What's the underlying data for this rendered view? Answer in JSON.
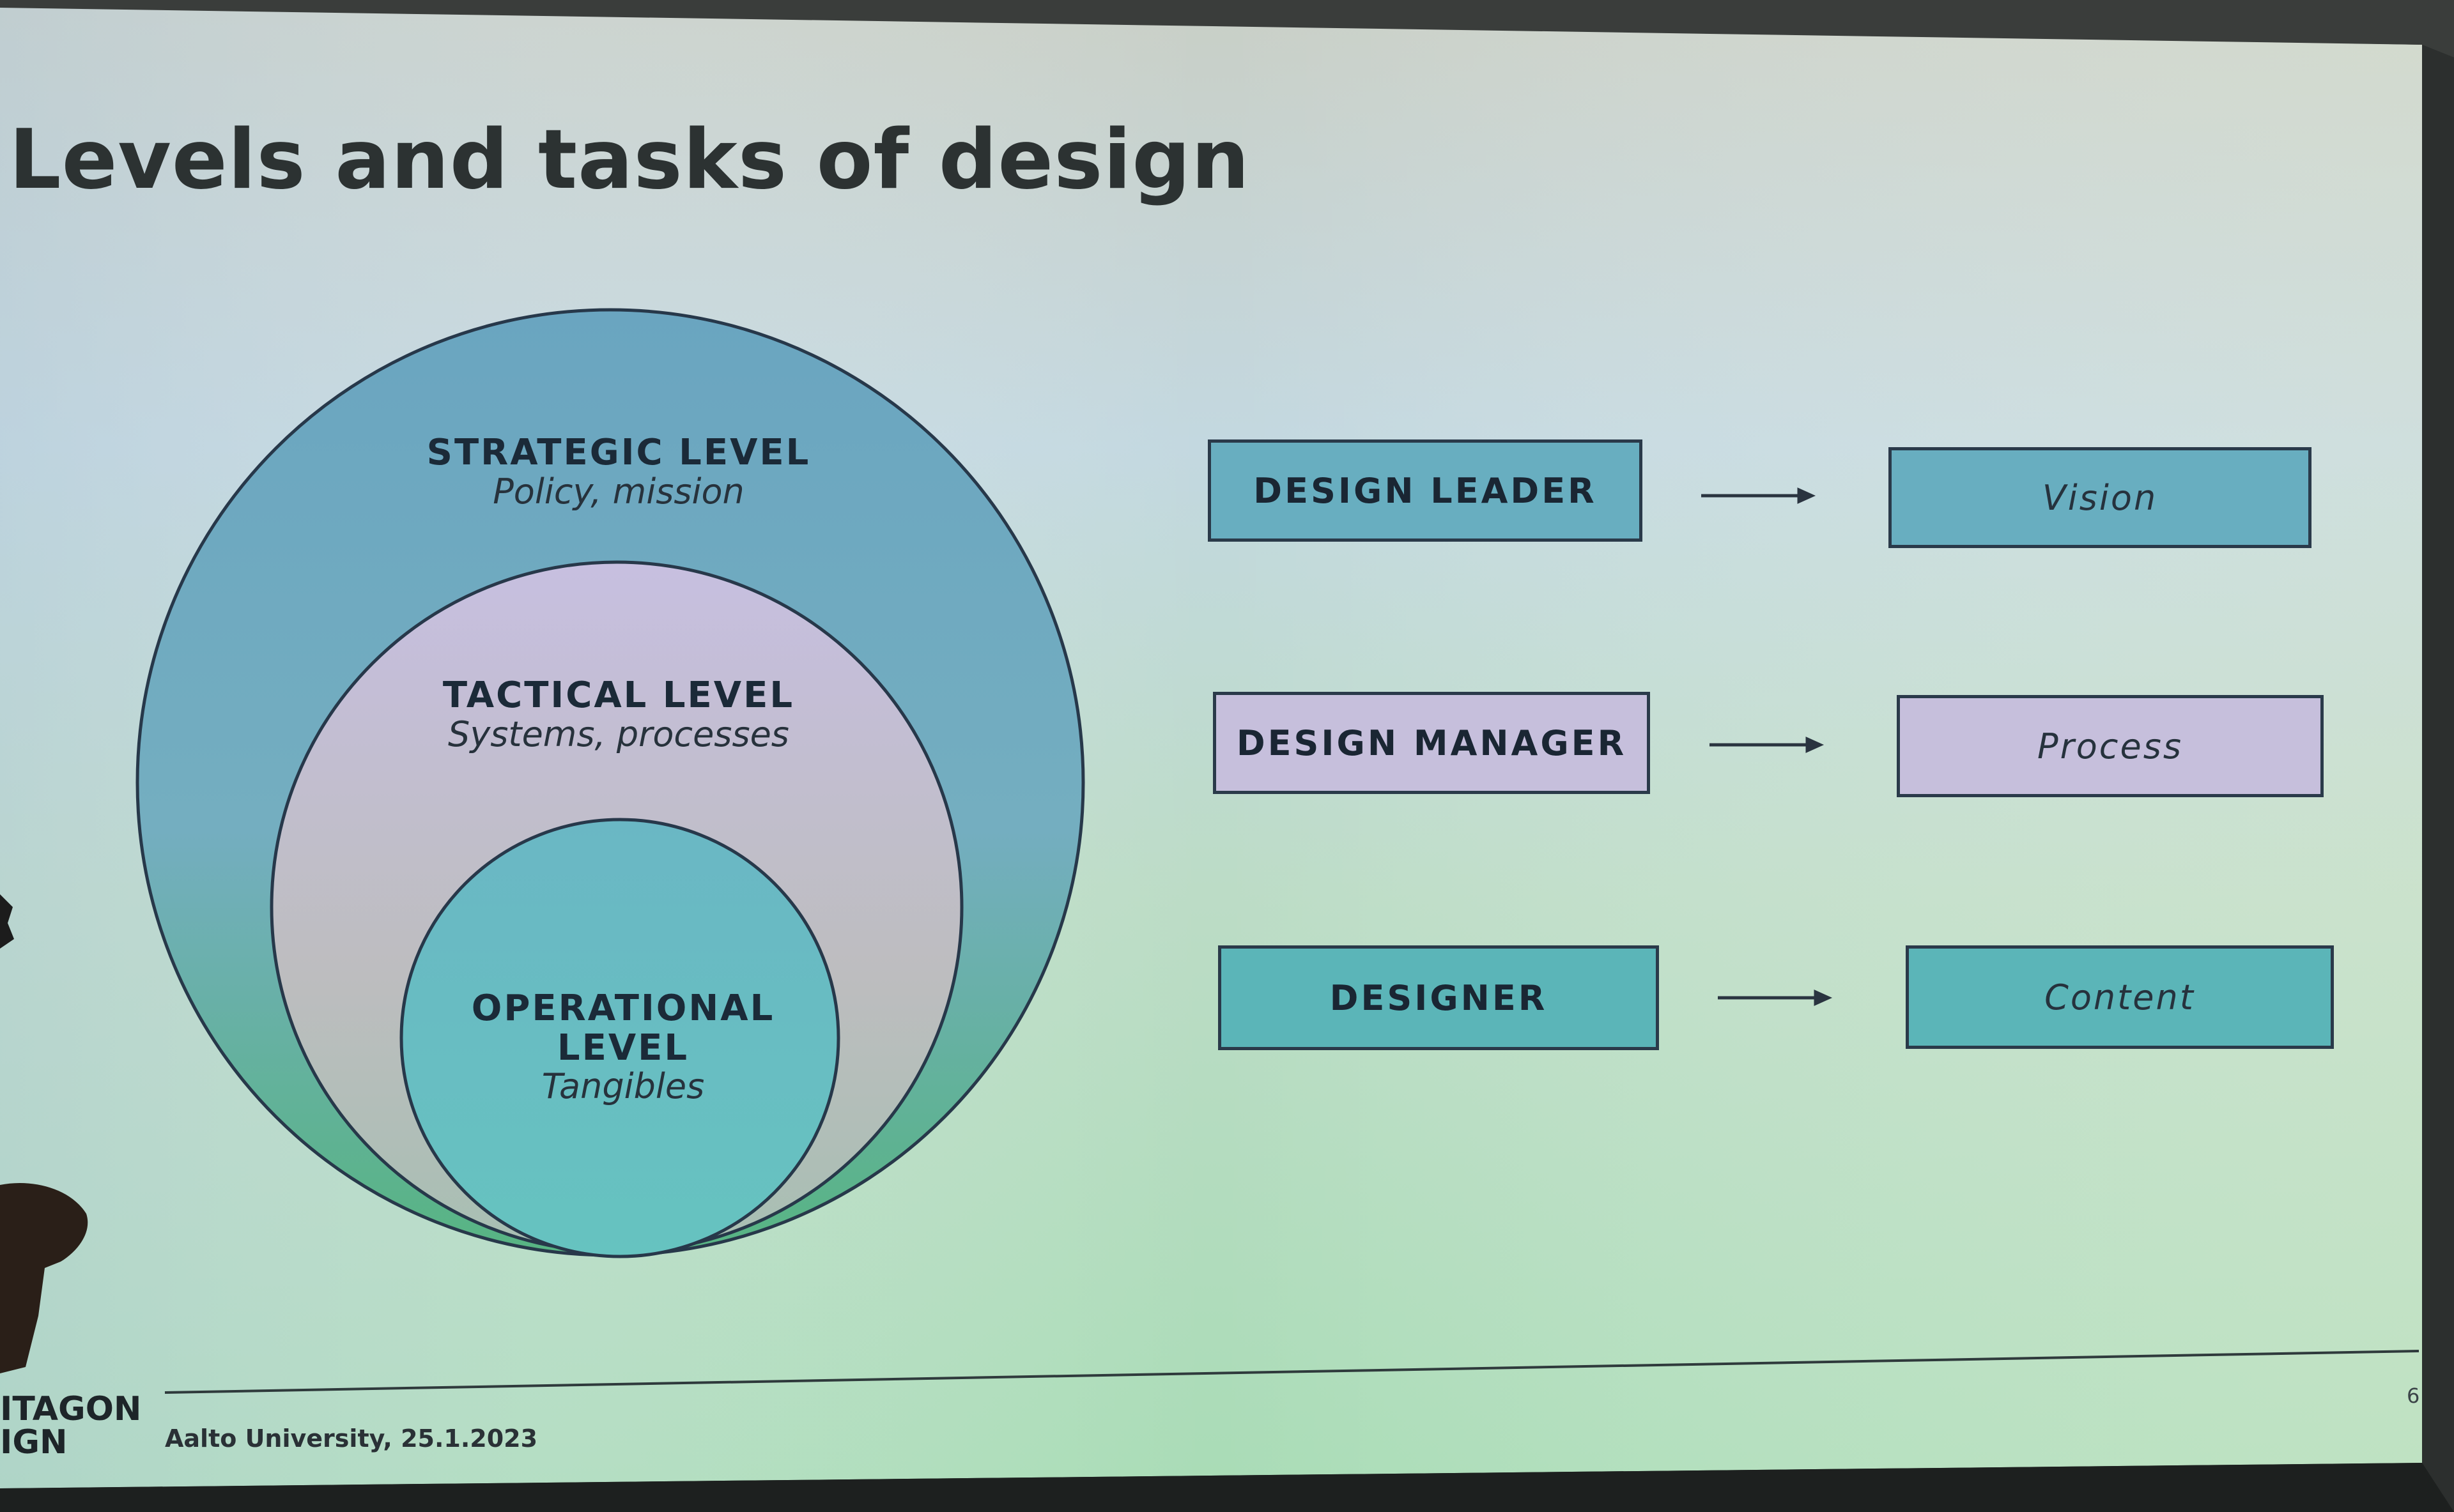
{
  "slide": {
    "title": "Levels and tasks of design",
    "footer_date": "Aalto University, 25.1.2023",
    "footer_brand_line1": "ITAGON",
    "footer_brand_line2": "IGN",
    "page_number": "6"
  },
  "levels": [
    {
      "name": "STRATEGIC LEVEL",
      "sub": "Policy, mission"
    },
    {
      "name": "TACTICAL LEVEL",
      "sub": "Systems, processes"
    },
    {
      "name_line1": "OPERATIONAL",
      "name_line2": "LEVEL",
      "sub": "Tangibles"
    }
  ],
  "rows": [
    {
      "role": "DESIGN LEADER",
      "task": "Vision"
    },
    {
      "role": "DESIGN MANAGER",
      "task": "Process"
    },
    {
      "role": "DESIGNER",
      "task": "Content"
    }
  ],
  "colors": {
    "strategic": "#6aa9bf",
    "tactical": "#c3bdda",
    "operational": "#5fbcbd",
    "outline": "#2a3a4a"
  }
}
